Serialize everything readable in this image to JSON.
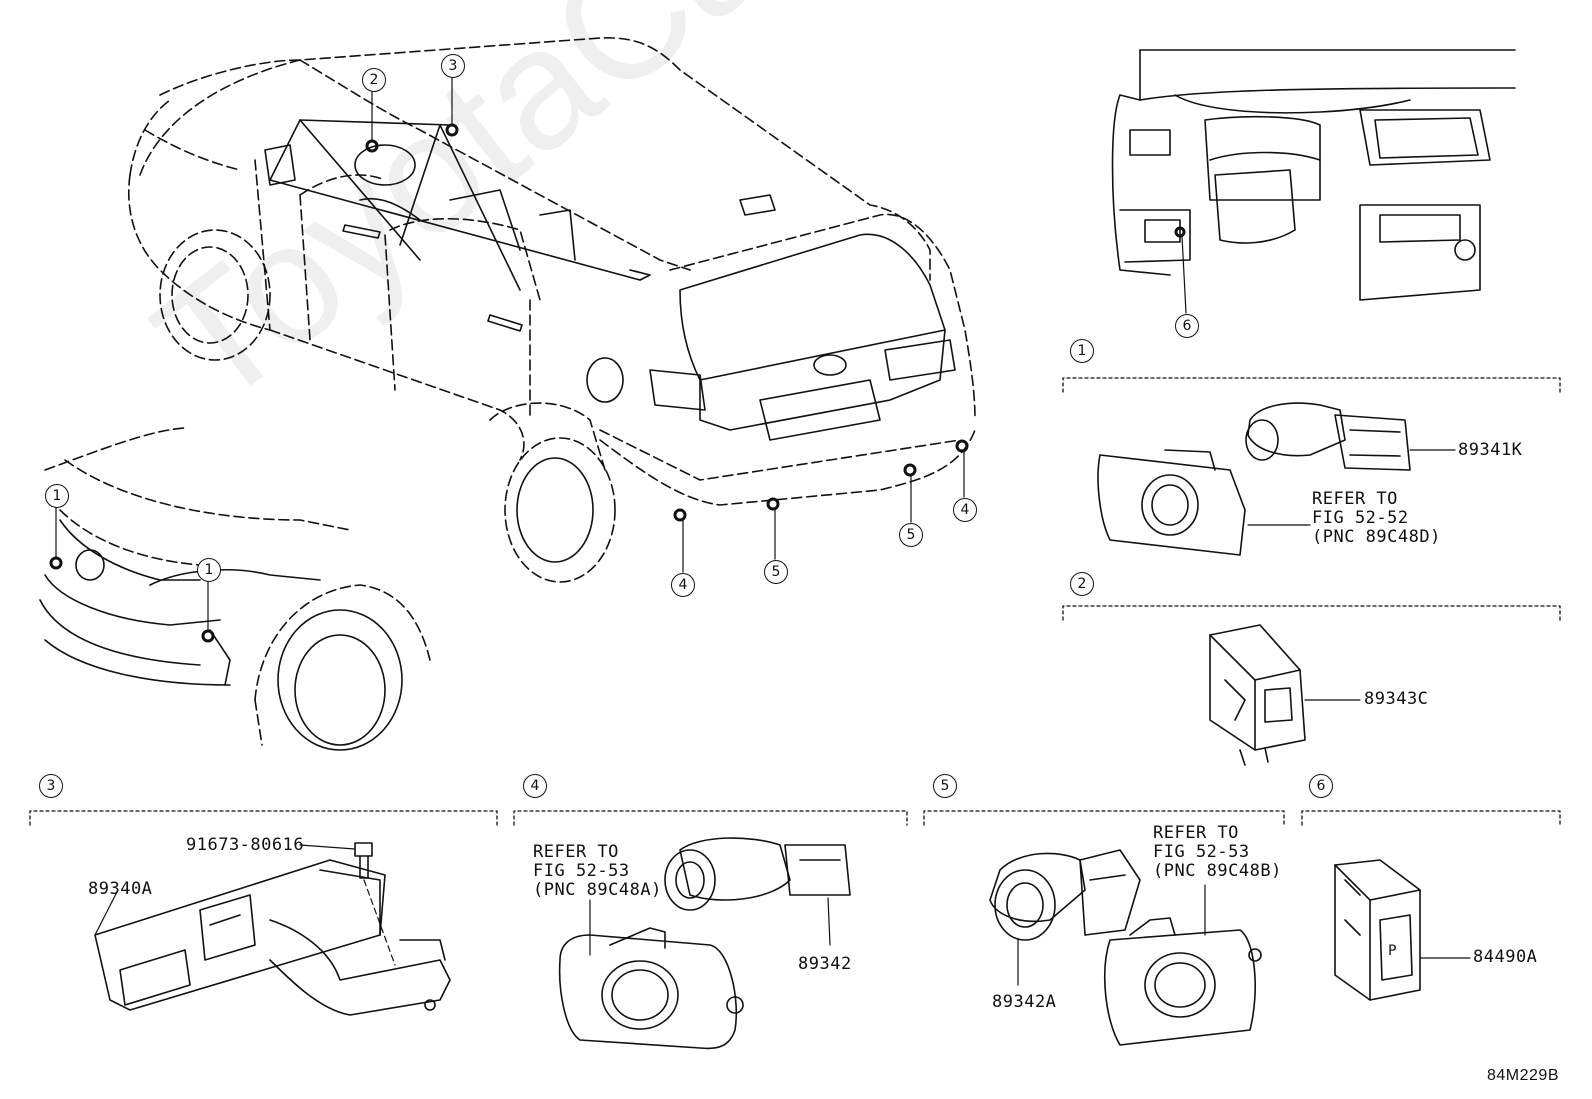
{
  "watermark": "ToyotaCarlines",
  "figure_code": "84M229B",
  "callouts": {
    "c1": "1",
    "c2": "2",
    "c3": "3",
    "c4": "4",
    "c5": "5",
    "c6": "6"
  },
  "sections": {
    "s1": "1",
    "s2": "2",
    "s3": "3",
    "s4": "4",
    "s5": "5",
    "s6": "6"
  },
  "parts": {
    "p89341K": "89341K",
    "p89343C": "89343C",
    "p91673": "91673-80616",
    "p89340A": "89340A",
    "p89342": "89342",
    "p89342A": "89342A",
    "p84490A": "84490A"
  },
  "refs": {
    "r1": "REFER TO\nFIG 52-52\n(PNC 89C48D)",
    "r4": "REFER TO\nFIG 52-53\n(PNC 89C48A)",
    "r5": "REFER TO\nFIG 52-53\n(PNC 89C48B)"
  }
}
